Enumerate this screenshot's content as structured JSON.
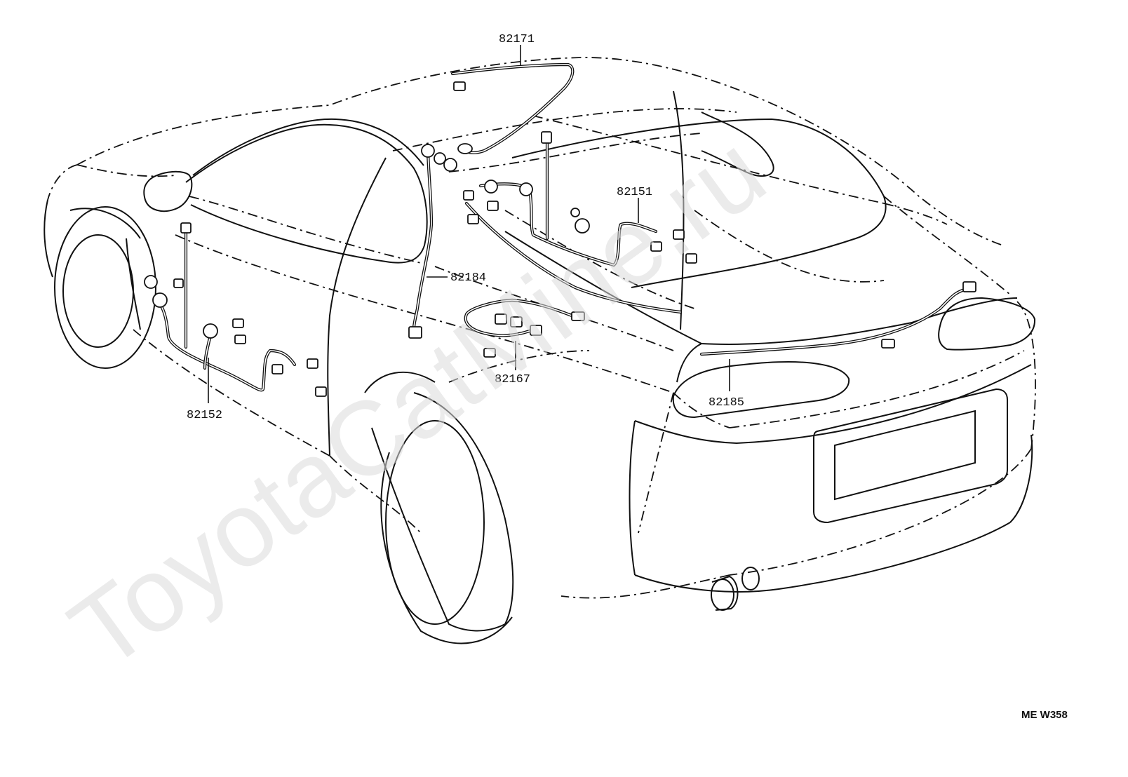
{
  "diagram": {
    "watermark": "ToyotaCatMine.ru",
    "figure_code": "ME W358",
    "parts": [
      {
        "id": "p82171",
        "number": "82171"
      },
      {
        "id": "p82151",
        "number": "82151"
      },
      {
        "id": "p82184",
        "number": "82184"
      },
      {
        "id": "p82167",
        "number": "82167"
      },
      {
        "id": "p82185",
        "number": "82185"
      },
      {
        "id": "p82152",
        "number": "82152"
      }
    ]
  }
}
